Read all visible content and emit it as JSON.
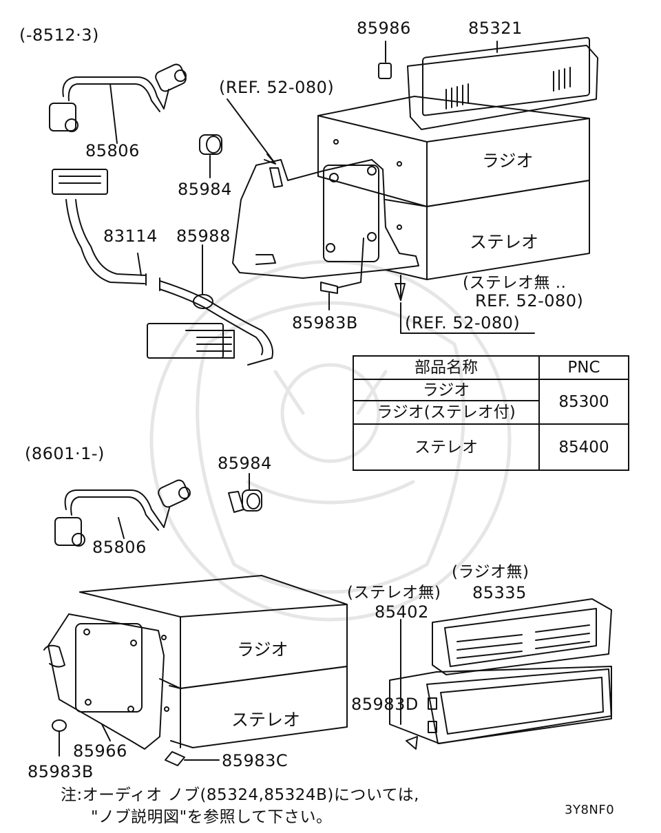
{
  "variants": {
    "early": "(-8512·3)",
    "late": "(8601·1-)"
  },
  "parts": {
    "p85986": "85986",
    "p85321": "85321",
    "ref_top": "(REF. 52-080)",
    "p85806_a": "85806",
    "p85984_a": "85984",
    "p83114": "83114",
    "p85988": "85988",
    "p85983B_a": "85983B",
    "ref_stereo_none_1": "(ステレオ無 ..",
    "ref_stereo_none_2": "REF. 52-080)",
    "ref_bottom": "(REF. 52-080)",
    "p85984_b": "85984",
    "p85806_b": "85806",
    "radio_none": "(ラジオ無)",
    "p85335": "85335",
    "stereo_none": "(ステレオ無)",
    "p85402": "85402",
    "p85983D": "85983D",
    "p85966": "85966",
    "p85983C": "85983C",
    "p85983B_b": "85983B"
  },
  "box_labels": {
    "radio_top": "ラジオ",
    "stereo_top": "ステレオ",
    "radio_bottom": "ラジオ",
    "stereo_bottom": "ステレオ"
  },
  "table": {
    "header_name": "部品名称",
    "header_pnc": "PNC",
    "row1_name": "ラジオ",
    "row2_name": "ラジオ(ステレオ付)",
    "row12_pnc": "85300",
    "row3_name": "ステレオ",
    "row3_pnc": "85400"
  },
  "note": {
    "line1": "注:オーディオ ノブ(85324,85324B)については,",
    "line2": "\"ノブ説明図\"を参照して下さい。"
  },
  "code": "3Y8NF0"
}
